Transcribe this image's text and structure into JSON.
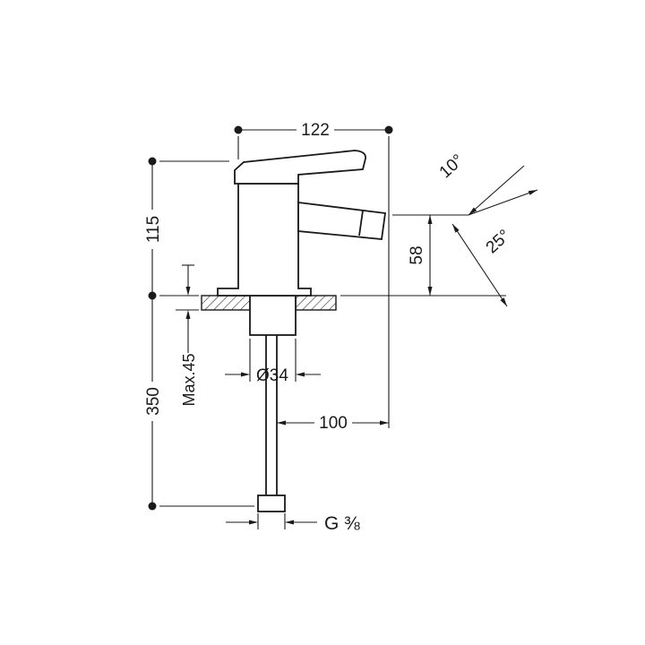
{
  "diagram": {
    "labels": {
      "overall_length": "122",
      "height_above_deck": "115",
      "hose_length_below_deck": "350",
      "max_mounting_thickness": "Max.45",
      "shank_diameter": "Ø34",
      "spout_projection": "100",
      "spout_height": "58",
      "lever_angle": "10°",
      "spout_angle": "25°",
      "connection_thread": "G ⅜"
    },
    "colors": {
      "line": "#1a1a1a",
      "background": "#ffffff"
    }
  }
}
